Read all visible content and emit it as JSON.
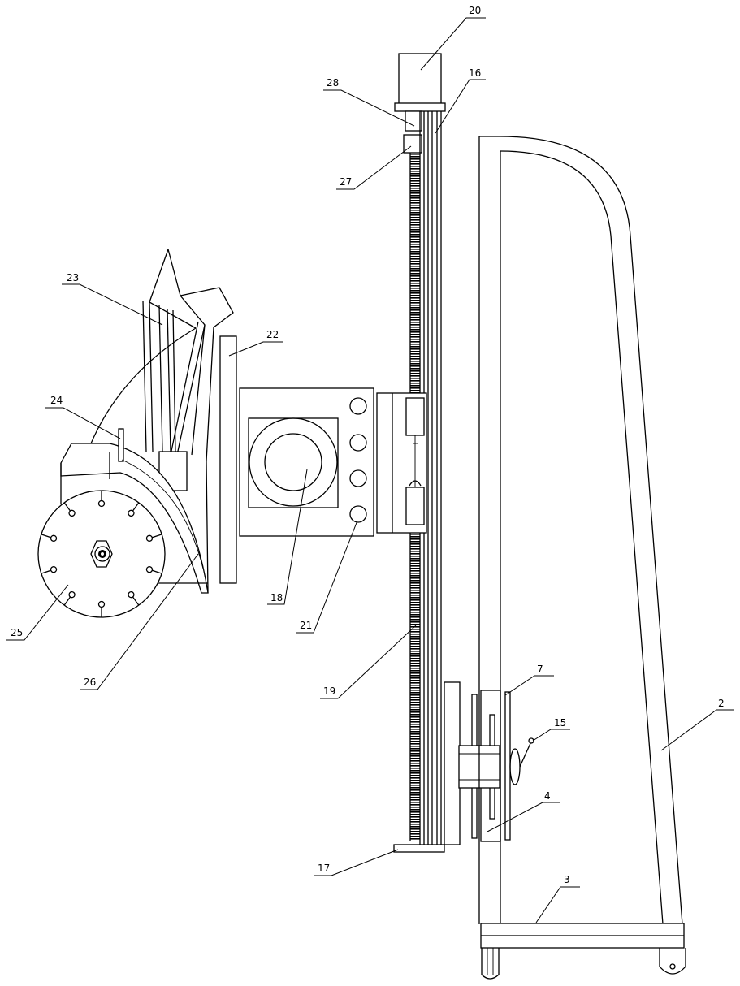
{
  "labels": {
    "l2": "2",
    "l3": "3",
    "l4": "4",
    "l7": "7",
    "l15": "15",
    "l16": "16",
    "l17": "17",
    "l18": "18",
    "l19": "19",
    "l20": "20",
    "l21": "21",
    "l22": "22",
    "l23": "23",
    "l24": "24",
    "l25": "25",
    "l26": "26",
    "l27": "27",
    "l28": "28"
  }
}
